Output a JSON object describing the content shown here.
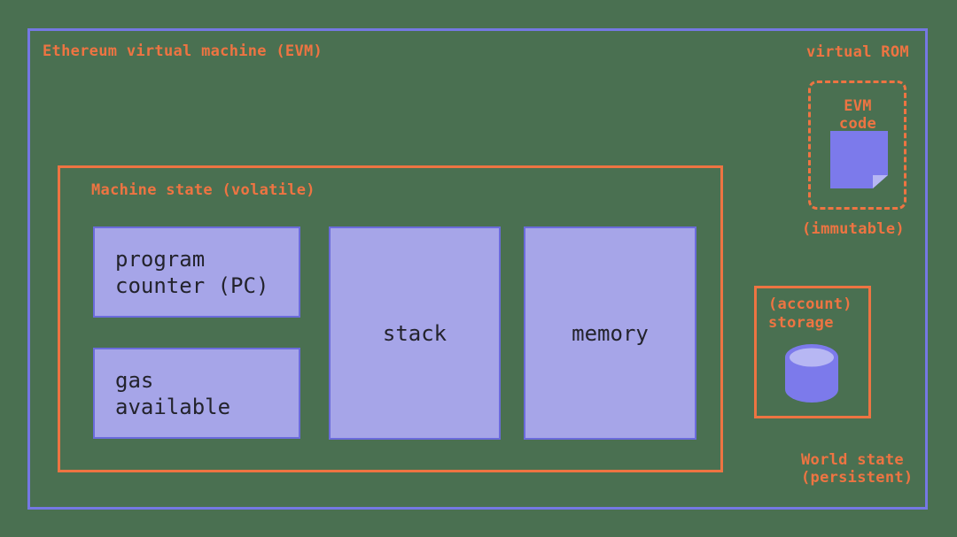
{
  "diagram": {
    "evm": {
      "title": "Ethereum virtual machine (EVM)",
      "machine_state": {
        "title": "Machine state (volatile)",
        "program_counter_label": "program\ncounter (PC)",
        "gas_available_label": "gas\navailable",
        "stack_label": "stack",
        "memory_label": "memory"
      }
    },
    "virtual_rom": {
      "title": "virtual ROM",
      "evm_code_label": "EVM code",
      "immutable_label": "(immutable)",
      "evm_code_icon": "note-icon"
    },
    "world_state": {
      "account_storage_label": "(account)\nstorage",
      "title": "World state\n(persistent)",
      "storage_icon": "database-cylinder-icon"
    }
  },
  "colors": {
    "background": "#4A7051",
    "accent_orange": "#EE7442",
    "outer_border_purple": "#7578E3",
    "box_fill_purple": "#A6A5E8",
    "box_border_purple": "#6B6BDB",
    "icon_purple": "#7C7AEB",
    "icon_fold_light": "#B7B7F3",
    "box_text_dark": "#23232C"
  }
}
